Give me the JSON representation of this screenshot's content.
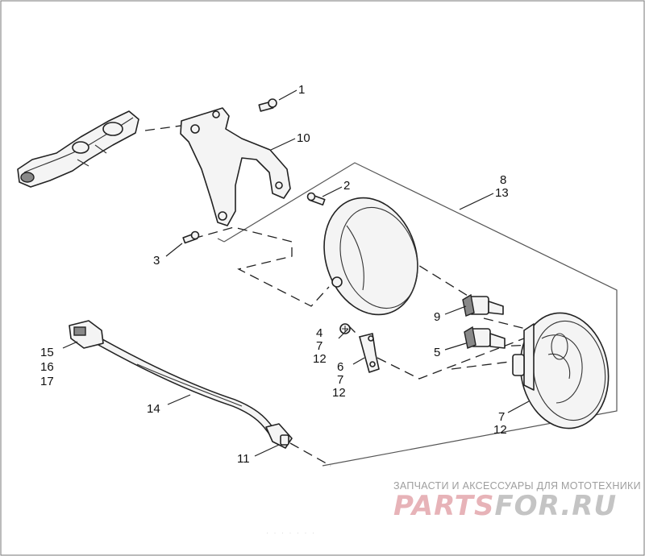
{
  "diagram": {
    "callouts": {
      "c1": "1",
      "c2": "2",
      "c3": "3",
      "c4": "4",
      "c4b": "7",
      "c4c": "12",
      "c5": "5",
      "c6": "6",
      "c6b": "7",
      "c6c": "12",
      "c7": "7",
      "c7b": "12",
      "c8": "8",
      "c8b": "13",
      "c9": "9",
      "c10": "10",
      "c11": "11",
      "c14": "14",
      "c15": "15",
      "c15b": "16",
      "c15c": "17"
    }
  },
  "watermark": {
    "caption": "ЗАПЧАСТИ И АКСЕССУАРЫ ДЛЯ МОТОТЕХНИКИ",
    "logo_part1": "PARTS",
    "logo_part2": "FOR.RU",
    "logo_color": "#e7b3b8"
  },
  "footer_faint": "· · · · ·   · ·"
}
